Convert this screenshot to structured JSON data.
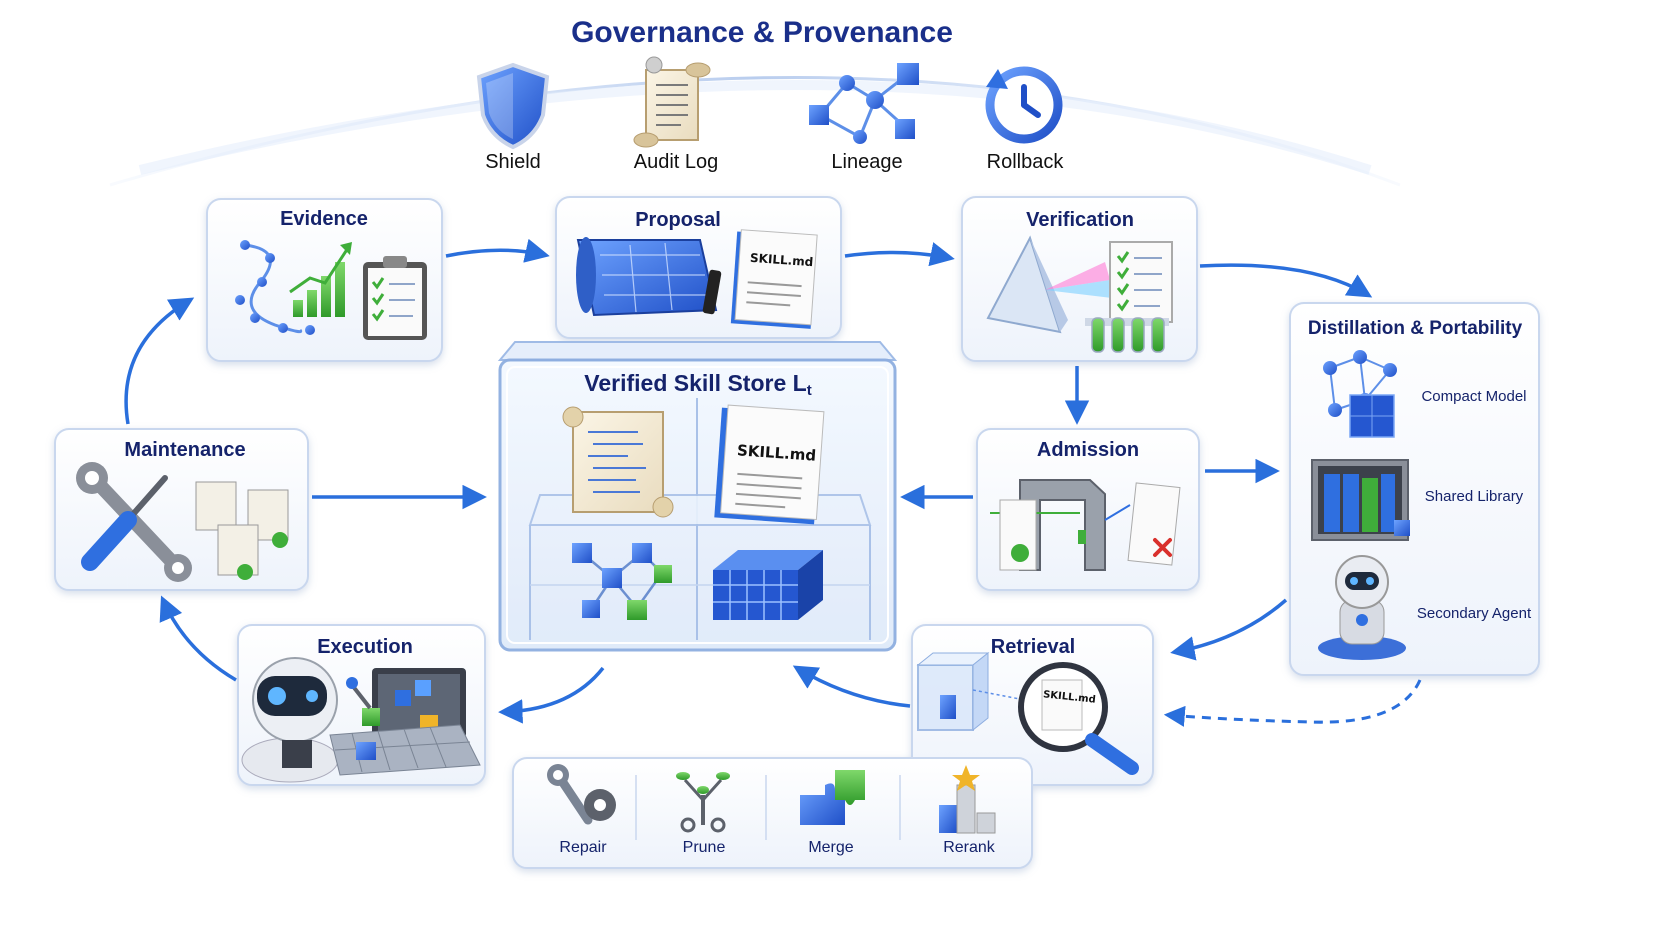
{
  "governance": {
    "title": "Governance & Provenance",
    "items": [
      {
        "label": "Shield",
        "icon": "shield-icon"
      },
      {
        "label": "Audit Log",
        "icon": "scroll-icon"
      },
      {
        "label": "Lineage",
        "icon": "graph-icon"
      },
      {
        "label": "Rollback",
        "icon": "rollback-icon"
      }
    ]
  },
  "stages": {
    "evidence": "Evidence",
    "proposal": "Proposal",
    "verification": "Verification",
    "admission": "Admission",
    "retrieval": "Retrieval",
    "execution": "Execution",
    "maintenance": "Maintenance"
  },
  "store": {
    "title": "Verified Skill Store L",
    "subscript": "t"
  },
  "skill_file": "SKILL.md",
  "distillation": {
    "title": "Distillation & Portability",
    "items": [
      "Compact Model",
      "Shared Library",
      "Secondary Agent"
    ]
  },
  "maintenance_ops": [
    "Repair",
    "Prune",
    "Merge",
    "Rerank"
  ],
  "colors": {
    "title": "#1a2f8a",
    "accent": "#2f6fe0",
    "arrow": "#2a6fdc",
    "box_border": "#c9d7ee",
    "green": "#3fae3a",
    "red": "#d9302c"
  }
}
